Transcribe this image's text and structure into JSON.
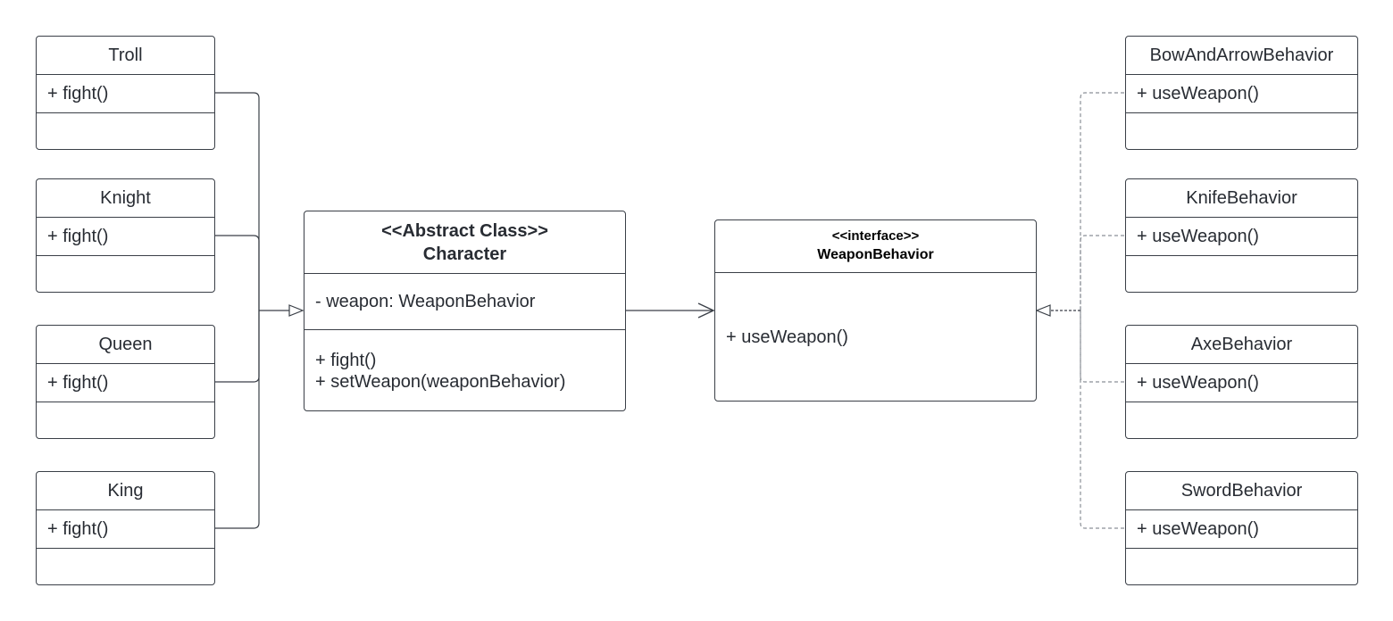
{
  "left_classes": [
    {
      "name": "Troll",
      "methods": [
        "+ fight()"
      ]
    },
    {
      "name": "Knight",
      "methods": [
        "+ fight()"
      ]
    },
    {
      "name": "Queen",
      "methods": [
        "+ fight()"
      ]
    },
    {
      "name": "King",
      "methods": [
        "+ fight()"
      ]
    }
  ],
  "character": {
    "stereotype": "<<Abstract Class>>",
    "name": "Character",
    "attributes": [
      "- weapon: WeaponBehavior"
    ],
    "methods": [
      "+ fight()",
      "+ setWeapon(weaponBehavior)"
    ]
  },
  "weapon_behavior": {
    "stereotype": "<<interface>>",
    "name": "WeaponBehavior",
    "methods": [
      "+ useWeapon()"
    ]
  },
  "right_classes": [
    {
      "name": "BowAndArrowBehavior",
      "methods": [
        "+ useWeapon()"
      ]
    },
    {
      "name": "KnifeBehavior",
      "methods": [
        "+ useWeapon()"
      ]
    },
    {
      "name": "AxeBehavior",
      "methods": [
        "+ useWeapon()"
      ]
    },
    {
      "name": "SwordBehavior",
      "methods": [
        "+ useWeapon()"
      ]
    }
  ],
  "colors": {
    "line": "#3a3f47",
    "dashed_line": "#8a8f96",
    "text": "#282c33"
  }
}
